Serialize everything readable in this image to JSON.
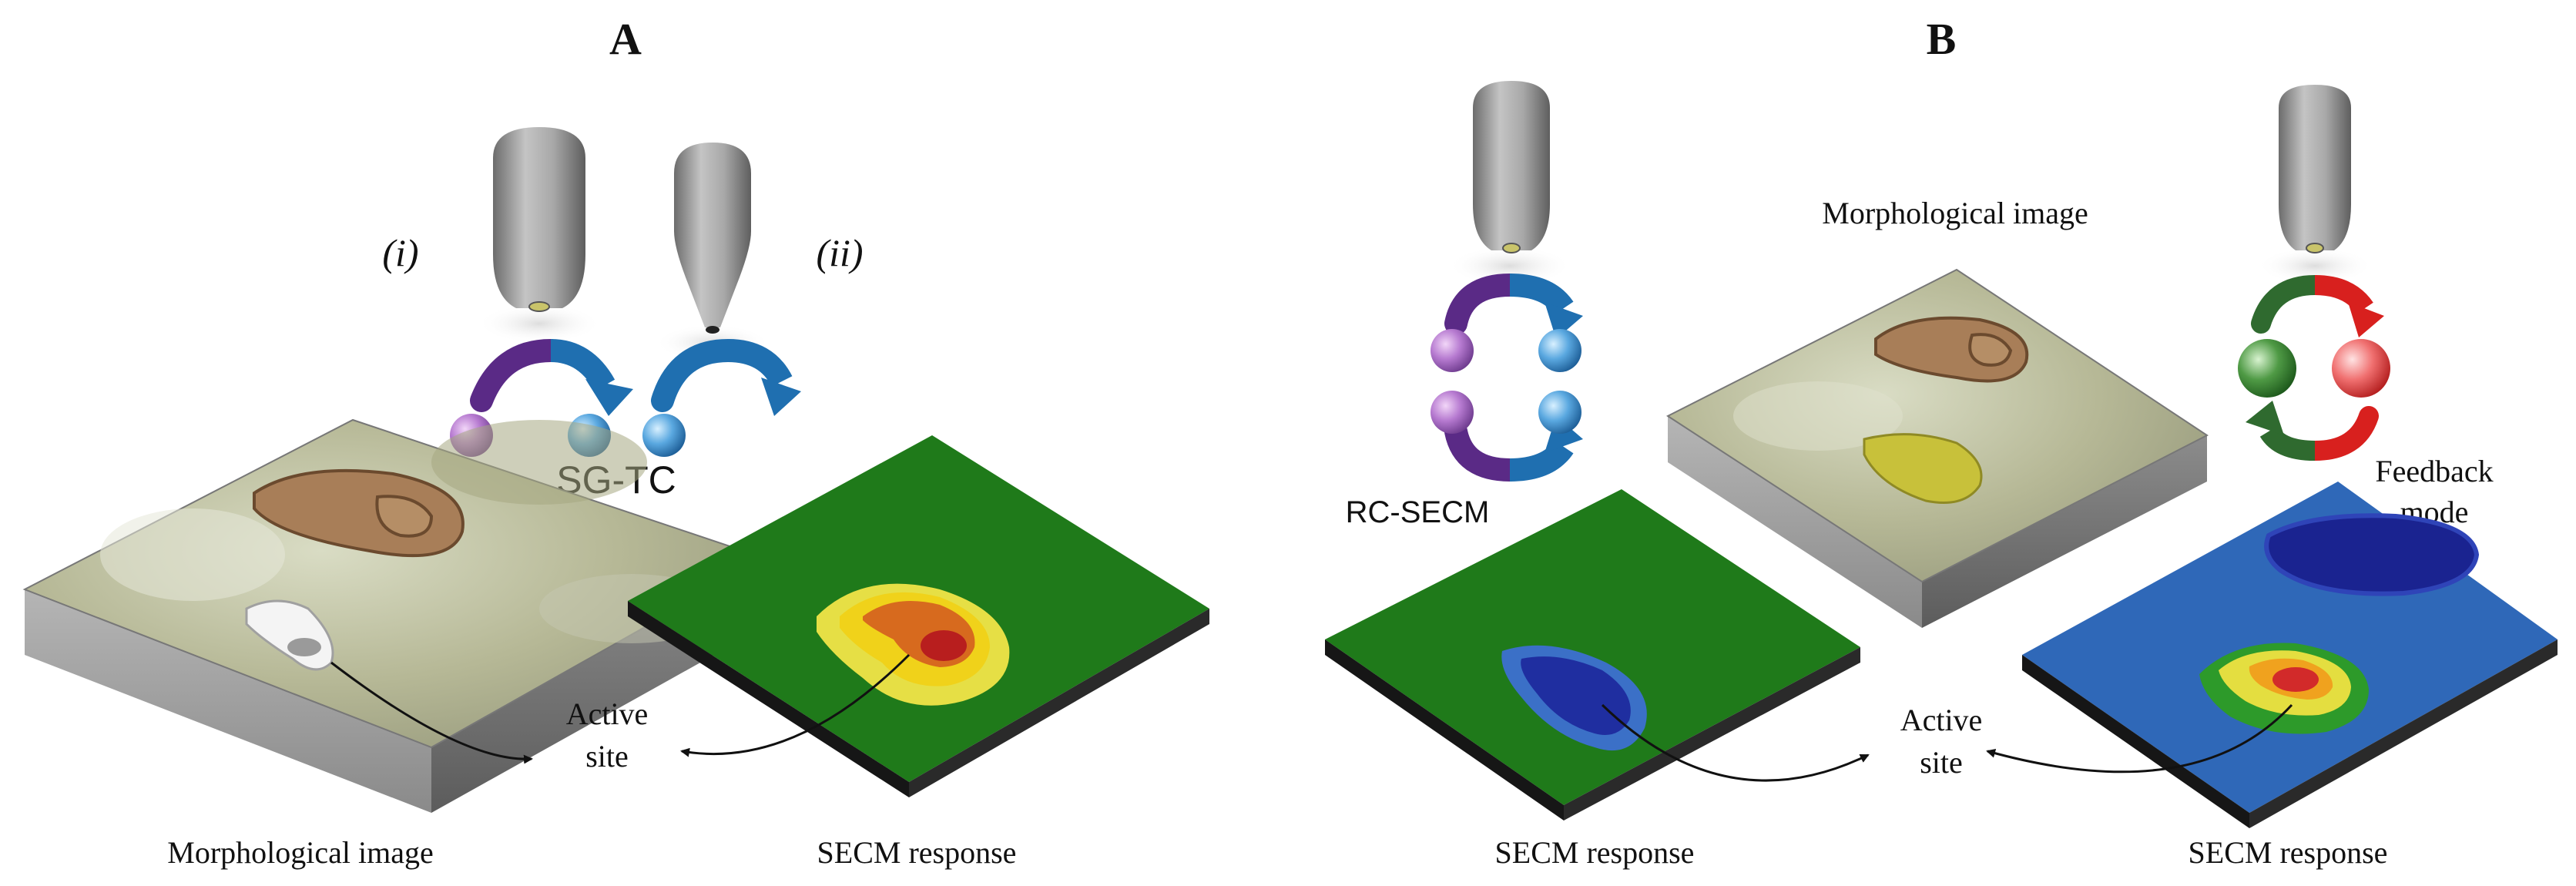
{
  "panel_a": {
    "letter": "A",
    "label_i": "(i)",
    "label_ii": "(ii)",
    "mode_label": "SG-TC",
    "substrate_caption": "Morphological  image",
    "response_caption": "SECM response",
    "active_site_line1": "Active",
    "active_site_line2": "site"
  },
  "panel_b": {
    "letter": "B",
    "morph_caption": "Morphological  image",
    "rc_label": "RC-SECM",
    "feedback_line1": "Feedback",
    "feedback_line2": "mode",
    "response_caption_left": "SECM response",
    "response_caption_right": "SECM response",
    "active_site_line1": "Active",
    "active_site_line2": "site"
  },
  "colors": {
    "green_surface": "#1f7a1a",
    "blue_surface": "#2f68b8",
    "purple_arrow": "#5a2a86",
    "blue_arrow": "#1f6fb0",
    "green_arrow": "#2f6a2f",
    "red_arrow": "#d8201e",
    "probe_gray": "#8f8f8f"
  }
}
